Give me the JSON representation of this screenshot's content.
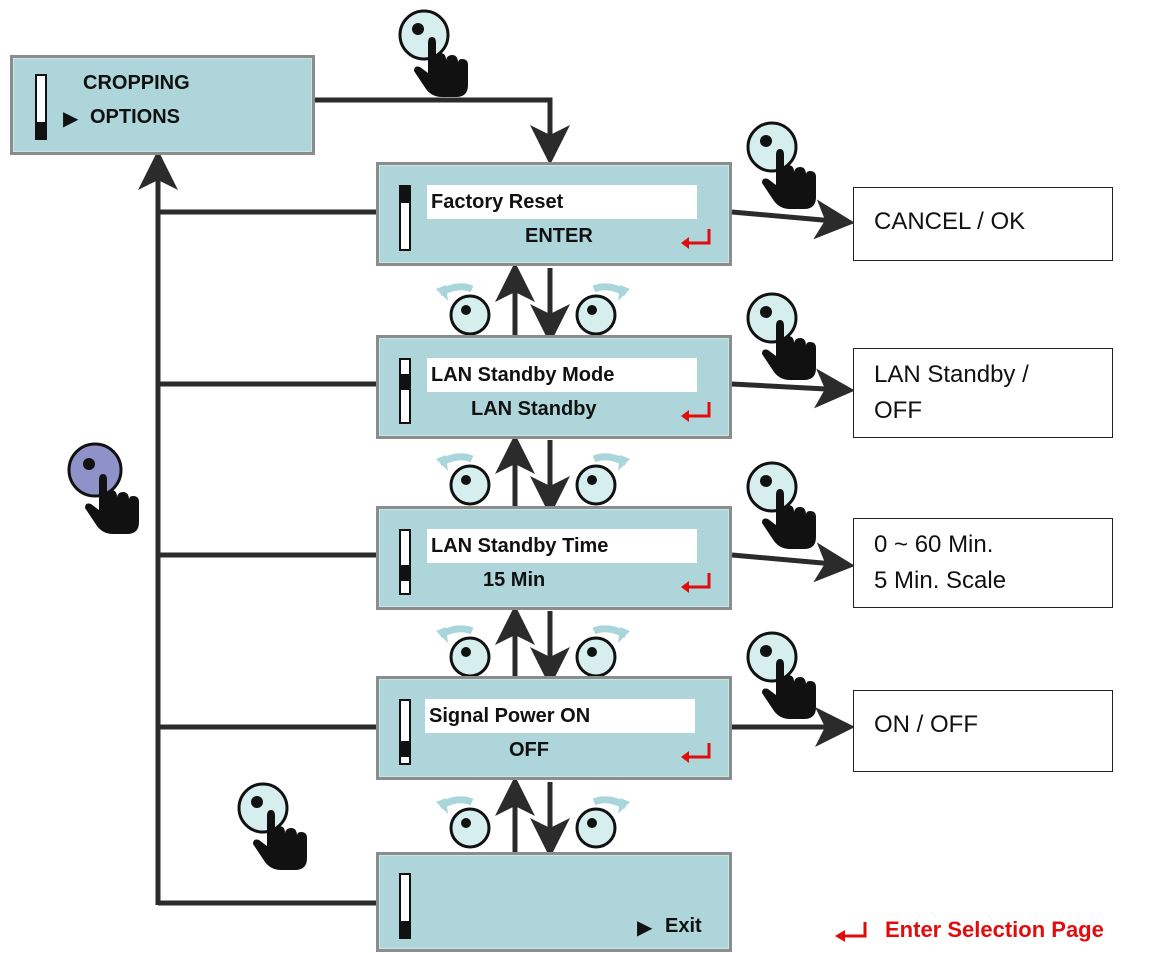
{
  "root": {
    "line1": "CROPPING",
    "line2": "OPTIONS"
  },
  "menu": [
    {
      "title": "Factory Reset",
      "value": "ENTER"
    },
    {
      "title": "LAN Standby Mode",
      "value": "LAN Standby"
    },
    {
      "title": "LAN Standby Time",
      "value": "15 Min"
    },
    {
      "title": "Signal Power ON",
      "value": "OFF"
    }
  ],
  "exit_label": "Exit",
  "options": [
    {
      "line1": "CANCEL / OK",
      "line2": ""
    },
    {
      "line1": "LAN Standby /",
      "line2": "OFF"
    },
    {
      "line1": "0 ~ 60 Min.",
      "line2": "5 Min. Scale"
    },
    {
      "line1": "ON / OFF",
      "line2": ""
    }
  ],
  "legend": {
    "label": "Enter Selection Page"
  },
  "colors": {
    "lcd": "#aed5d9",
    "knob": "#d6efee",
    "knob_active": "#8f92c9",
    "enter_arrow": "#e10d0d",
    "rotate_hint": "#a9d6da"
  }
}
